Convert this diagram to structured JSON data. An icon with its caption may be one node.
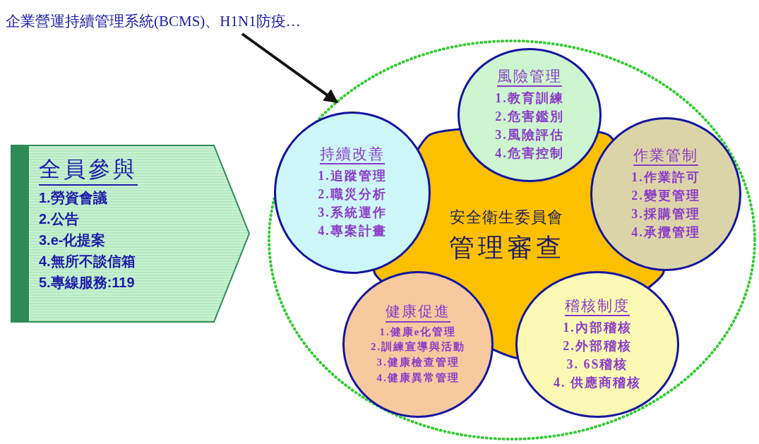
{
  "diagram": {
    "nodes": [
      {
        "text": [
          "企業營運持續管理系統(BCMS)、H1N1防疫…"
        ]
      },
      {
        "text": [],
        "shape": "ellipse"
      },
      {
        "text": [
          "全員參與",
          "1.勞資會議",
          "2.公告",
          "3.e-化提案",
          "4.無所不談信箱",
          "5.專線服務:119"
        ]
      },
      {
        "text": [
          "安全衛生委員會",
          "管理審查"
        ],
        "in": 1
      },
      {
        "text": [
          "風險管理",
          "1.教育訓練",
          "2.危害鑑別",
          "3.風險評估",
          "4.危害控制"
        ],
        "in": 1
      },
      {
        "text": [
          "持續改善",
          "1.追蹤管理",
          "2.職災分析",
          "3.系統運作",
          "4.專案計畫"
        ],
        "in": 1
      },
      {
        "text": [
          "作業管制",
          "1.作業許可",
          "2.變更管理",
          "3.採購管理",
          "4.承攬管理"
        ],
        "in": 1
      },
      {
        "text": [
          "健康促進",
          "1.健康e化管理",
          "2.訓練宣導與活動",
          "3.健康檢查管理",
          "4.健康異常管理"
        ],
        "in": 1
      },
      {
        "text": [
          "稽核制度",
          "1.內部稽核",
          "2.外部稽核",
          "3. 6S稽核",
          "4. 供應商稽核"
        ],
        "in": 1
      }
    ],
    "edges": [
      {
        "from": 0,
        "to": 1,
        "arrow": "to"
      }
    ]
  }
}
